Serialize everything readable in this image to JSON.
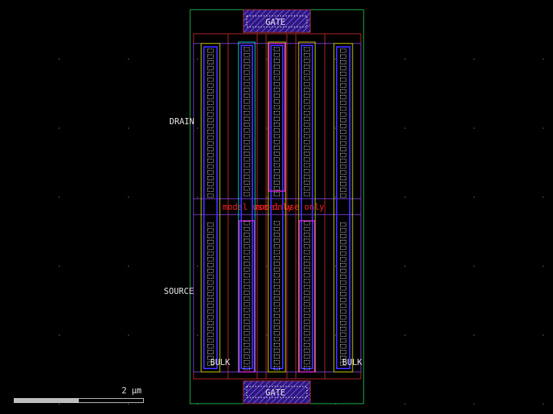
{
  "labels": {
    "gate_top": "GATE",
    "gate_bottom": "GATE",
    "drain": "DRAIN",
    "source": "SOURCE",
    "bulk_left": "BULK",
    "bulk_right": "BULK",
    "model_note": "model use only",
    "model_note_b": "model use only"
  },
  "scalebar": {
    "label": "2 μm",
    "fill_fraction": 0.5
  },
  "colors": {
    "background": "#000000",
    "outline": "#00c853",
    "poly_hatch": "#6a3dd8",
    "diffusion": "#3b2cff",
    "metal_red": "#d0303c",
    "contact": "#ffffff",
    "magenta": "#e020e0",
    "cyan": "#00e0e0",
    "yellow": "#e0e000",
    "note_red": "#ff2020"
  }
}
